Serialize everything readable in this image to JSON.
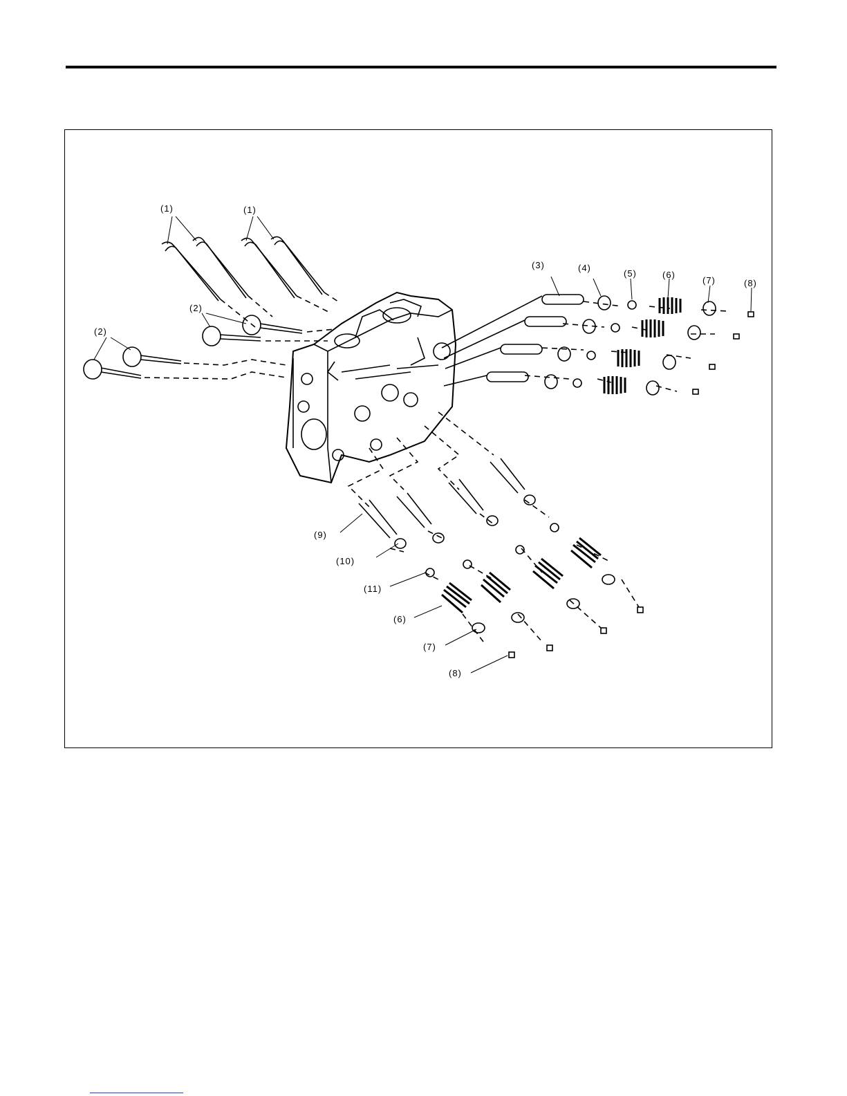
{
  "diagram": {
    "callouts": [
      {
        "id": "c1a",
        "text": "(1)"
      },
      {
        "id": "c1b",
        "text": "(1)"
      },
      {
        "id": "c2a",
        "text": "(2)"
      },
      {
        "id": "c2b",
        "text": "(2)"
      },
      {
        "id": "c3",
        "text": "(3)"
      },
      {
        "id": "c4",
        "text": "(4)"
      },
      {
        "id": "c5",
        "text": "(5)"
      },
      {
        "id": "c6a",
        "text": "(6)"
      },
      {
        "id": "c7a",
        "text": "(7)"
      },
      {
        "id": "c8a",
        "text": "(8)"
      },
      {
        "id": "c9",
        "text": "(9)"
      },
      {
        "id": "c10",
        "text": "(10)"
      },
      {
        "id": "c11",
        "text": "(11)"
      },
      {
        "id": "c6b",
        "text": "(6)"
      },
      {
        "id": "c7b",
        "text": "(7)"
      },
      {
        "id": "c8b",
        "text": "(8)"
      }
    ]
  },
  "colors": {
    "ink": "#000000",
    "paper": "#ffffff",
    "link": "#1a3fd1"
  }
}
